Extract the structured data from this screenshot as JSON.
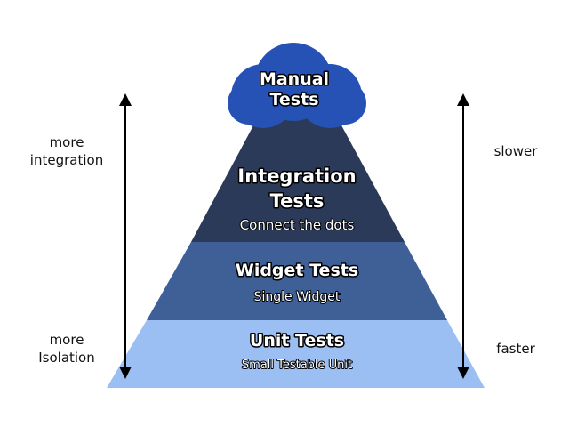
{
  "left_axis": {
    "top_label": [
      "more",
      "integration"
    ],
    "bottom_label": [
      "more",
      "Isolation"
    ]
  },
  "right_axis": {
    "top_label": "slower",
    "bottom_label": "faster"
  },
  "tiers": {
    "manual": {
      "title_lines": [
        "Manual",
        "Tests"
      ],
      "color": "#2552b4"
    },
    "integration": {
      "title_lines": [
        "Integration",
        "Tests"
      ],
      "subtitle": "Connect the dots",
      "color": "#2b3a58"
    },
    "widget": {
      "title": "Widget Tests",
      "subtitle": "Single Widget",
      "color": "#3f5f97"
    },
    "unit": {
      "title": "Unit Tests",
      "subtitle": "Small Testable Unit",
      "color": "#9cbff3"
    }
  }
}
